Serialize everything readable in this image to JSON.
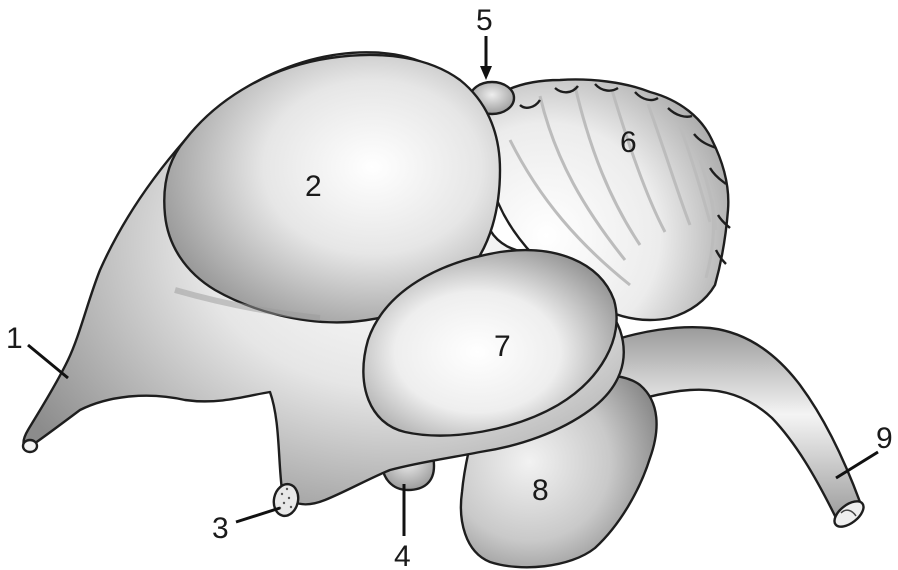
{
  "diagram": {
    "labels": [
      {
        "id": "1",
        "text": "1"
      },
      {
        "id": "2",
        "text": "2"
      },
      {
        "id": "3",
        "text": "3"
      },
      {
        "id": "4",
        "text": "4"
      },
      {
        "id": "5",
        "text": "5"
      },
      {
        "id": "6",
        "text": "6"
      },
      {
        "id": "7",
        "text": "7"
      },
      {
        "id": "8",
        "text": "8"
      },
      {
        "id": "9",
        "text": "9"
      }
    ],
    "colors": {
      "fill_light": "#ffffff",
      "fill_mid": "#c4c4c4",
      "fill_dark": "#8e8e8e",
      "outline": "#1e1e1e"
    }
  }
}
